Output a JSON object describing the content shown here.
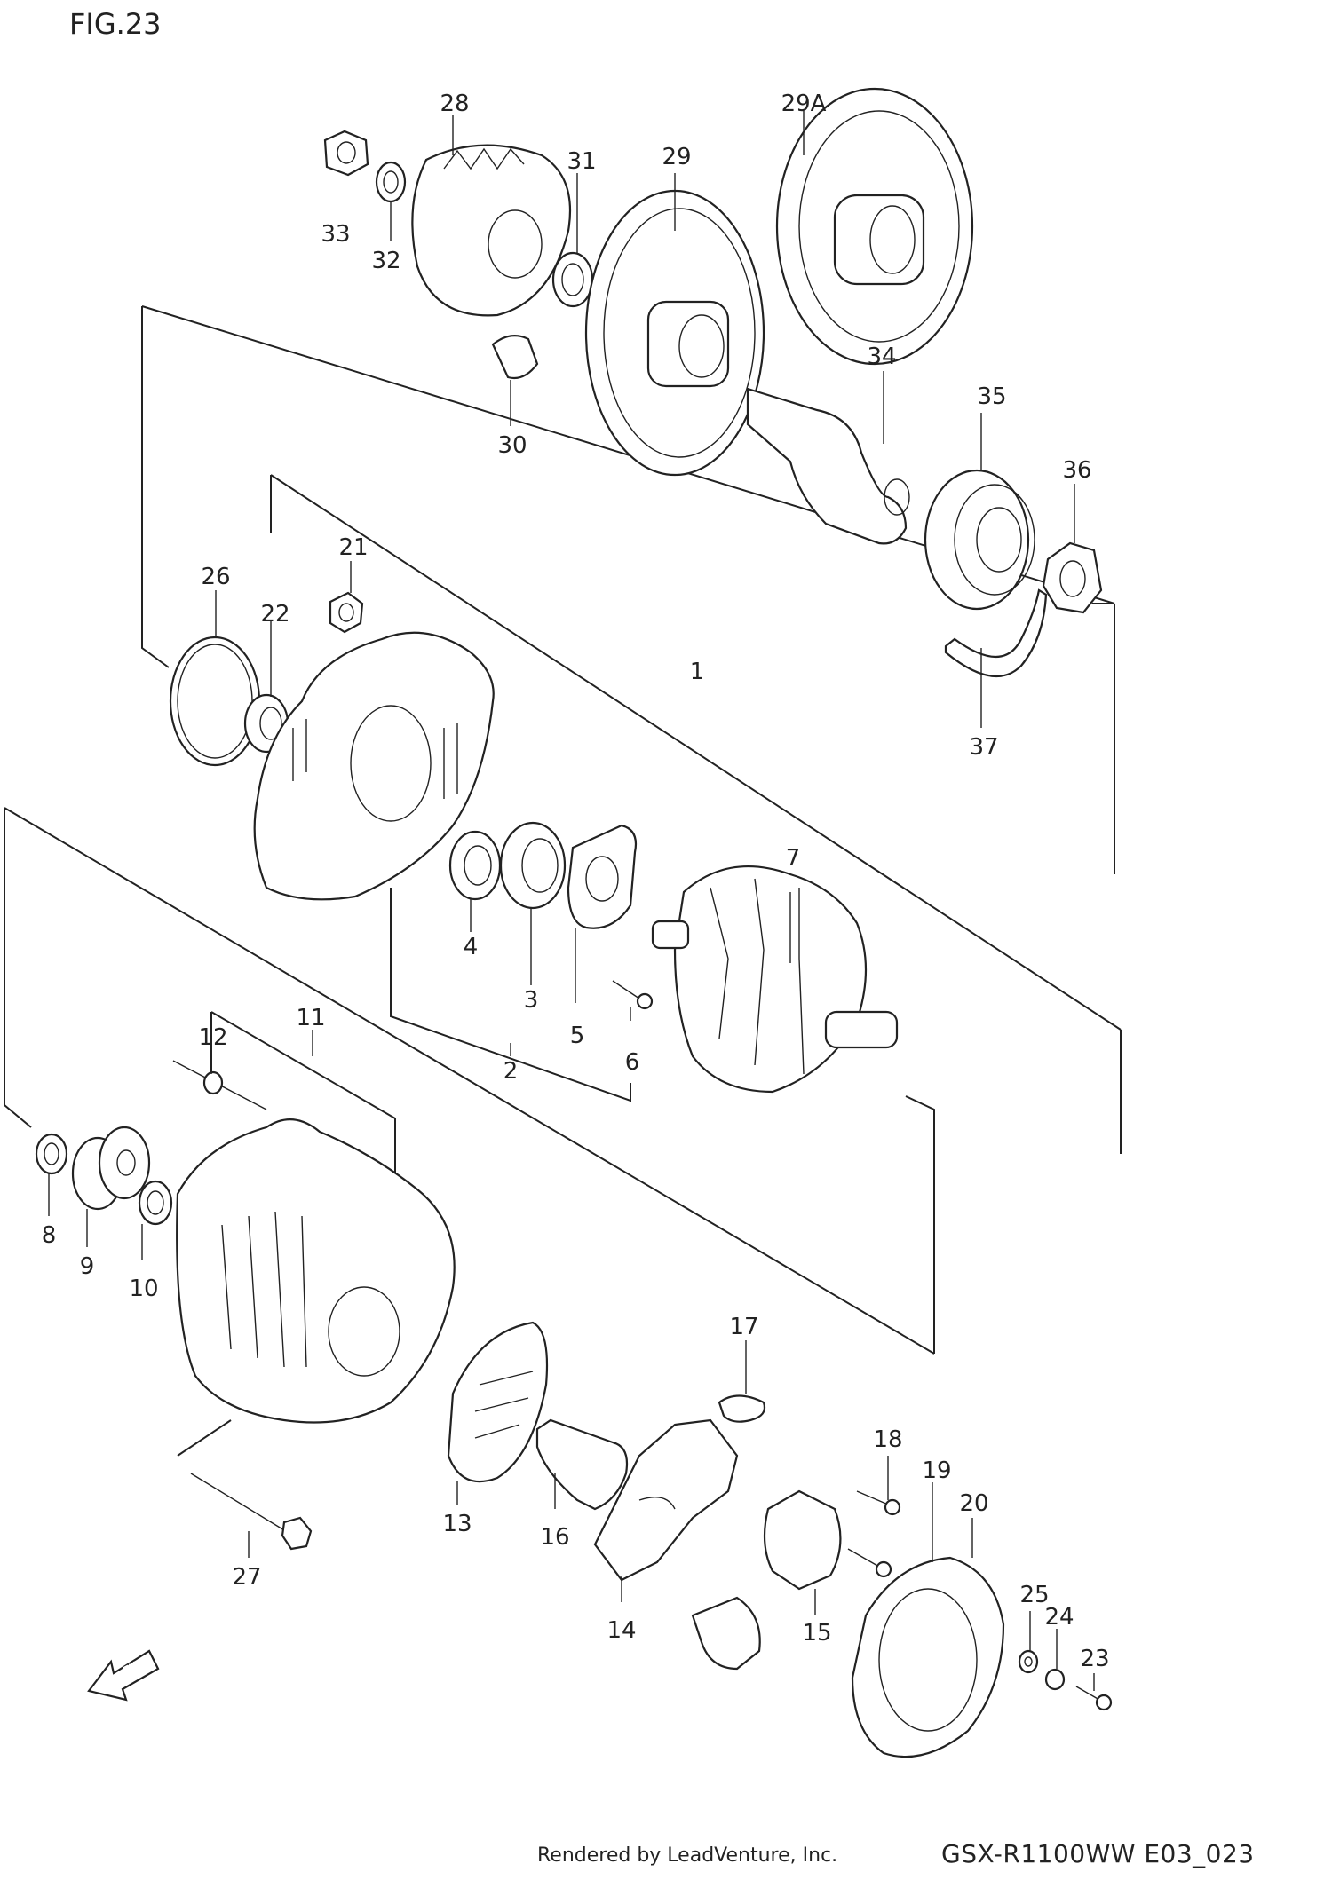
{
  "figure": {
    "title": "FIG.23"
  },
  "footer": {
    "rendered_by": "Rendered by LeadVenture, Inc.",
    "model_code": "GSX-R1100WW  E03_023"
  },
  "arrow": {
    "label": "FWD"
  },
  "callouts": [
    "28",
    "29A",
    "33",
    "31",
    "29",
    "32",
    "30",
    "34",
    "35",
    "36",
    "37",
    "21",
    "26",
    "22",
    "1",
    "7",
    "4",
    "3",
    "5",
    "6",
    "2",
    "11",
    "12",
    "8",
    "9",
    "10",
    "17",
    "18",
    "19",
    "20",
    "13",
    "16",
    "14",
    "15",
    "25",
    "24",
    "23",
    "27"
  ]
}
